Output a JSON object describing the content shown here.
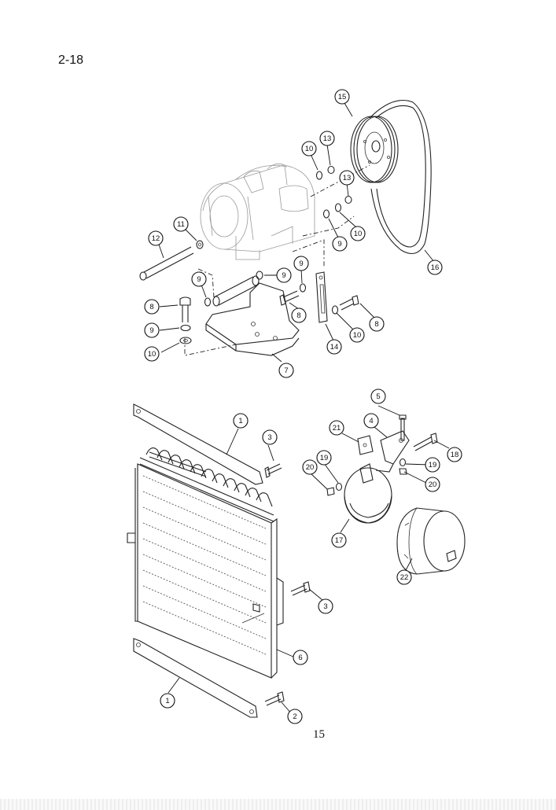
{
  "page": {
    "section_number": "2-18",
    "page_number": "15"
  },
  "callouts": [
    {
      "label": "15"
    },
    {
      "label": "13"
    },
    {
      "label": "10"
    },
    {
      "label": "13"
    },
    {
      "label": "9"
    },
    {
      "label": "10"
    },
    {
      "label": "11"
    },
    {
      "label": "12"
    },
    {
      "label": "16"
    },
    {
      "label": "9"
    },
    {
      "label": "9"
    },
    {
      "label": "9"
    },
    {
      "label": "8"
    },
    {
      "label": "8"
    },
    {
      "label": "9"
    },
    {
      "label": "10"
    },
    {
      "label": "8"
    },
    {
      "label": "14"
    },
    {
      "label": "10"
    },
    {
      "label": "7"
    },
    {
      "label": "5"
    },
    {
      "label": "1"
    },
    {
      "label": "4"
    },
    {
      "label": "21"
    },
    {
      "label": "3"
    },
    {
      "label": "18"
    },
    {
      "label": "19"
    },
    {
      "label": "20"
    },
    {
      "label": "19"
    },
    {
      "label": "20"
    },
    {
      "label": "17"
    },
    {
      "label": "22"
    },
    {
      "label": "3"
    },
    {
      "label": "6"
    },
    {
      "label": "1"
    },
    {
      "label": "2"
    }
  ]
}
